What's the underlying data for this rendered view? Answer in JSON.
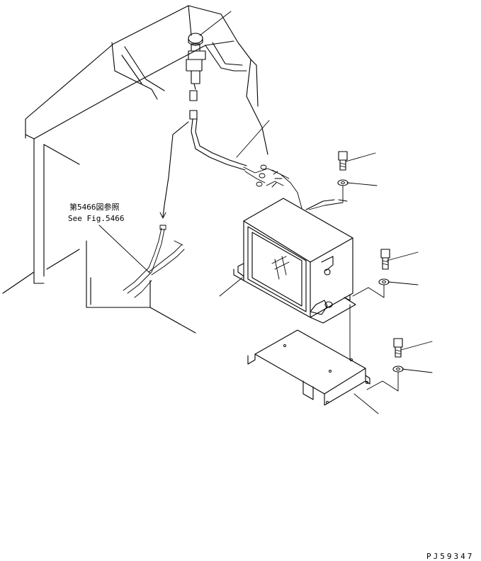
{
  "reference": {
    "jp": "第5466図参照",
    "en": "See Fig.5466"
  },
  "drawing_code": "PJ59347"
}
